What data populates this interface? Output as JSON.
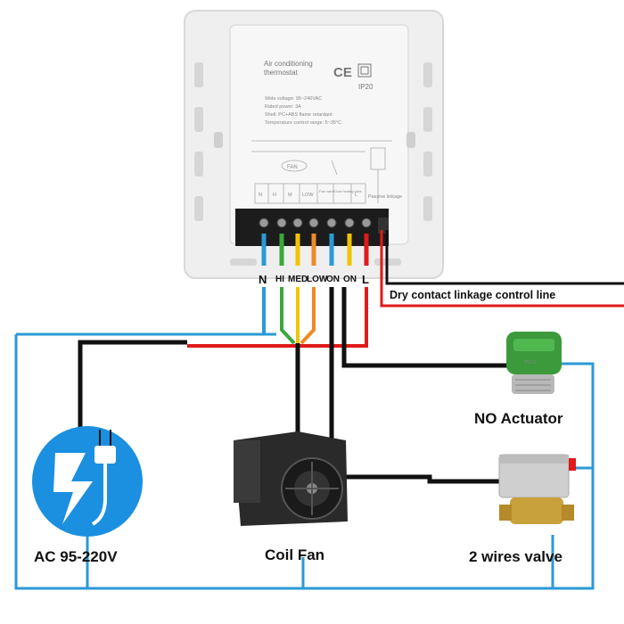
{
  "device": {
    "title_line1": "Air conditioning",
    "title_line2": "thermostat",
    "ce_mark": "CE",
    "ip_rating": "IP20",
    "spec_voltage": "Wide voltage: 95~240VAC",
    "spec_power": "Rated power: 3A",
    "spec_shell": "Shell: PC+ABS flame retardant",
    "spec_temp": "Temperature control range: 5~35°C",
    "schematic": {
      "fan": "FAN",
      "terminals": [
        "N",
        "H",
        "M",
        "LOW",
        "Fan valve",
        "Close heating valve",
        "L"
      ],
      "passive": "Passive linkage"
    }
  },
  "terminal_labels": [
    "N",
    "HI",
    "MED",
    "LOW",
    "ON",
    "ON",
    "L"
  ],
  "dry_contact_label": "Dry contact linkage control line",
  "components": {
    "power": "AC 95-220V",
    "fan": "Coil Fan",
    "actuator": "NO Actuator",
    "valve": "2 wires valve"
  },
  "actuator_model": "TS-01",
  "colors": {
    "blue": "#2a9ad6",
    "green": "#3aa83a",
    "yellow": "#f0c400",
    "orange": "#f08a24",
    "red": "#e01a1a",
    "black": "#111111",
    "frame": "#2a9ad6",
    "power_icon": "#1b8fe0",
    "actuator_green": "#3c9a3c"
  }
}
